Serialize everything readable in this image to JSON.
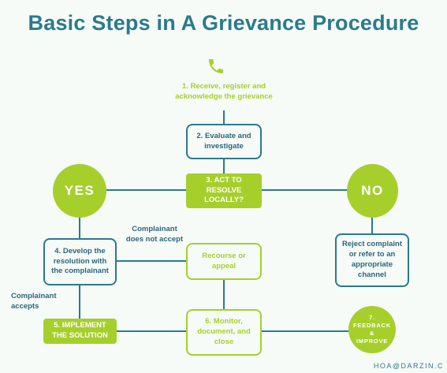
{
  "title": "Basic Steps in A Grievance Procedure",
  "steps": {
    "step1": "1. Receive, register and acknowledge the grievance",
    "step2": "2. Evaluate and investigate",
    "step3": "3. ACT TO RESOLVE LOCALLY?",
    "yes": "YES",
    "no": "NO",
    "step4": "4. Develop the resolution with the complainant",
    "reject": "Reject complaint or refer to an appropriate channel",
    "recourse": "Recourse or appeal",
    "step5": "5. IMPLEMENT THE SOLUTION",
    "step6": "6. Monitor, document, and close",
    "step7": "7. FEEDBACK & IMPROVE"
  },
  "labels": {
    "not_accept": "Complainant does not accept",
    "accepts": "Complainant accepts"
  },
  "footer": "HOA@DARZIN.C",
  "icons": {
    "phone": "phone-icon"
  },
  "colors": {
    "teal": "#2b7a8c",
    "lime": "#a6cf2b",
    "background": "#f6fbf8"
  }
}
